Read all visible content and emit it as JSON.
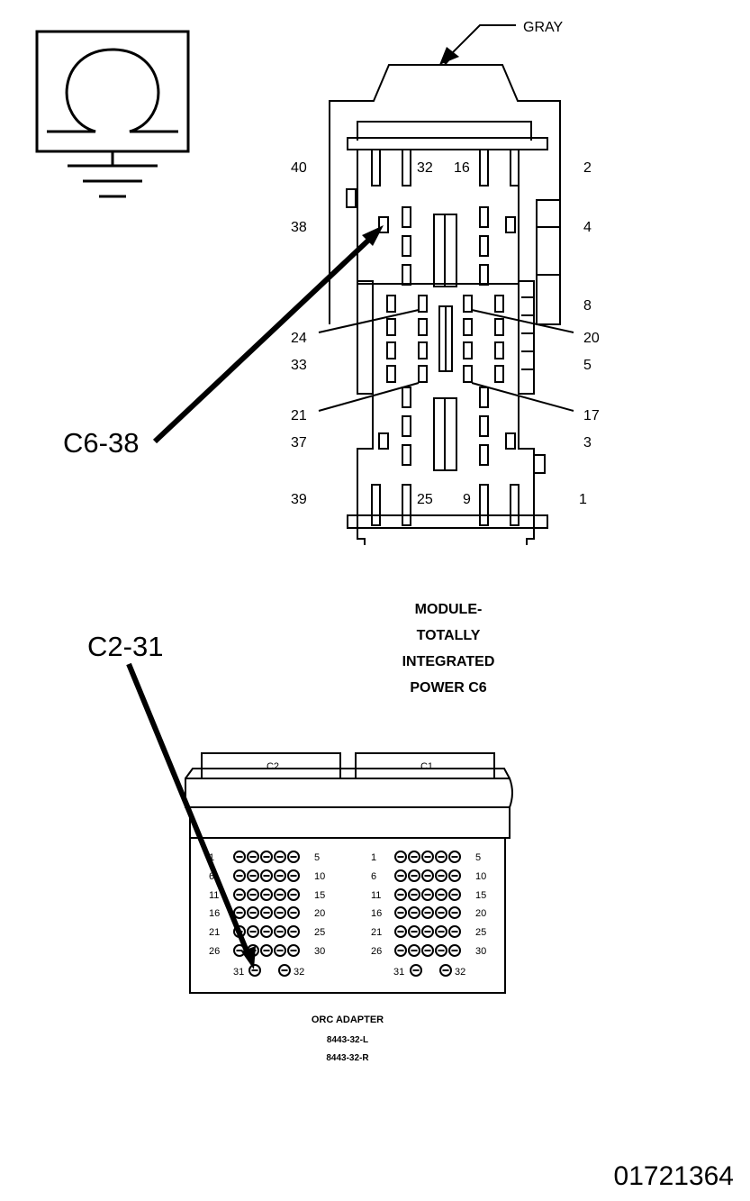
{
  "gray_label": "GRAY",
  "pin_labels": {
    "p40": "40",
    "p32": "32",
    "p16": "16",
    "p2": "2",
    "p38": "38",
    "p4": "4",
    "p8": "8",
    "p24": "24",
    "p20": "20",
    "p33": "33",
    "p5": "5",
    "p21": "21",
    "p17": "17",
    "p37": "37",
    "p3": "3",
    "p39": "39",
    "p25": "25",
    "p9": "9",
    "p1": "1"
  },
  "callouts": {
    "c6": "C6-38",
    "c2": "C2-31"
  },
  "module_title": [
    "MODULE-",
    "TOTALLY",
    "INTEGRATED",
    "POWER C6"
  ],
  "adapter": {
    "tab_c2": "C2",
    "tab_c1": "C1",
    "left_row_start": [
      "1",
      "6",
      "11",
      "16",
      "21",
      "26"
    ],
    "right_row_start": [
      "1",
      "6",
      "11",
      "16",
      "21",
      "26"
    ],
    "row_end": [
      "5",
      "10",
      "15",
      "20",
      "25",
      "30"
    ],
    "pin31": "31",
    "pin32": "32"
  },
  "adapter_caption": [
    "ORC ADAPTER",
    "8443-32-L",
    "8443-32-R"
  ],
  "figure_id": "01721364"
}
